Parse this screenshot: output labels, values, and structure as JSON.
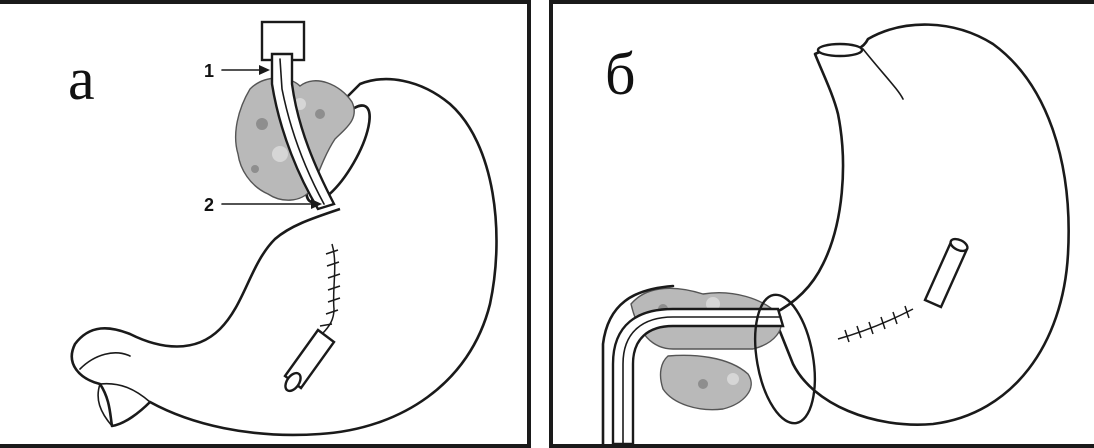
{
  "panels": [
    {
      "letter": "а",
      "callouts": [
        {
          "label": "1"
        },
        {
          "label": "2"
        }
      ]
    },
    {
      "letter": "б"
    }
  ],
  "colors": {
    "line": "#1a1a1a",
    "tumor": "#b9b9b9",
    "background": "#ffffff"
  }
}
